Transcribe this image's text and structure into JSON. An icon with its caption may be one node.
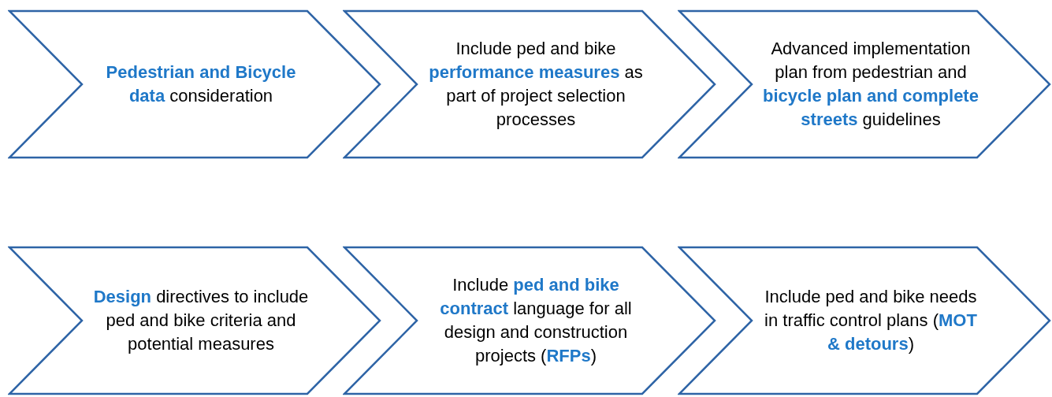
{
  "diagram": {
    "nodes": [
      {
        "text": [
          "**Pedestrian and Bicycle data** consideration"
        ]
      },
      {
        "text": [
          "Include ped and bike **performance measures** as part of project selection processes"
        ]
      },
      {
        "text": [
          "Advanced implementation plan from pedestrian and **bicycle plan and complete streets** guidelines"
        ]
      },
      {
        "text": [
          "**Design** directives to include ped and bike criteria and potential measures"
        ]
      },
      {
        "text": [
          "Include **ped and bike contract** language for all design and construction projects (**RFPs**)"
        ]
      },
      {
        "text": [
          "Include ped and bike needs in traffic control plans (**MOT & detours**)"
        ]
      }
    ],
    "edges": []
  }
}
